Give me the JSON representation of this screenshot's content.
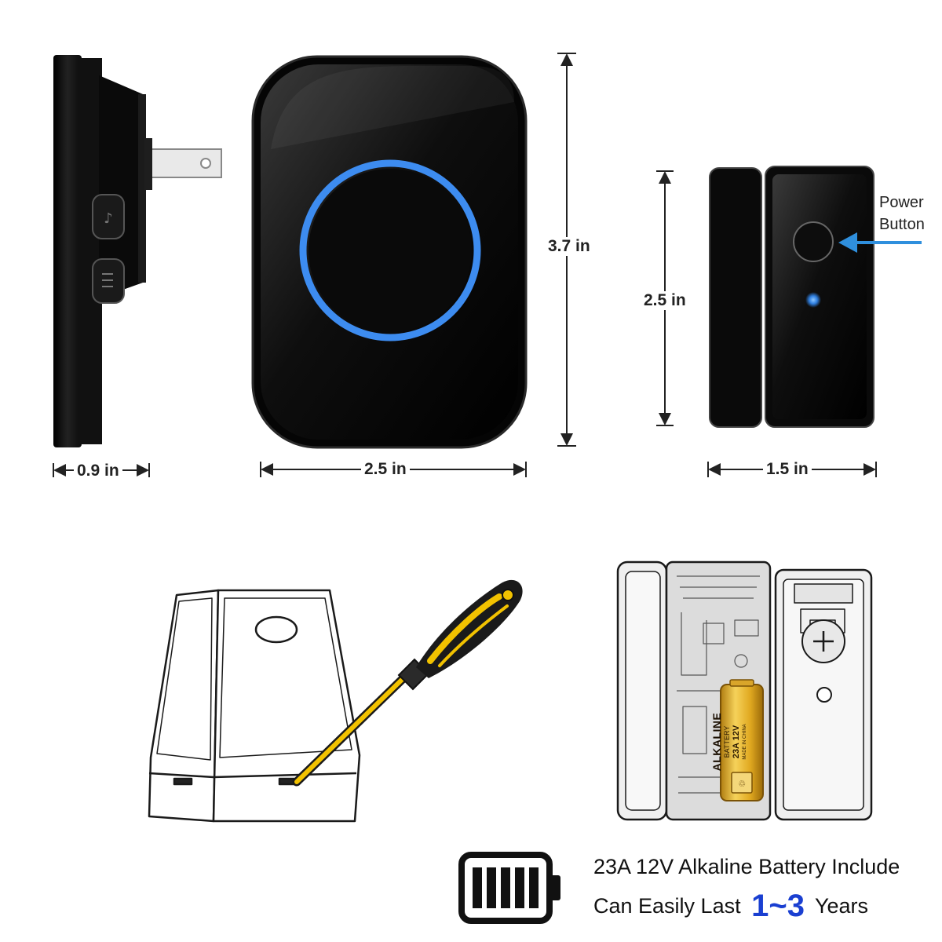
{
  "dimensions": {
    "receiver_depth": "0.9 in",
    "receiver_width": "2.5 in",
    "receiver_height": "3.7 in",
    "button_height": "2.5 in",
    "button_width": "1.5 in"
  },
  "annotations": {
    "power_button_line1": "Power",
    "power_button_line2": "Button"
  },
  "battery_label": {
    "brand": "ALKALINE",
    "type": "BATTERY",
    "spec": "23A 12V",
    "origin": "MADE IN CHINA"
  },
  "caption": {
    "line1": "23A 12V Alkaline Battery Include",
    "line2_before": "Can Easily Last",
    "line2_highlight": "1~3",
    "line2_after": "Years"
  },
  "colors": {
    "accent_blue": "#1a3fd1",
    "ring_blue": "#3d8cf0",
    "arrow_blue": "#2f8fdd",
    "device_black": "#0b0b0b"
  },
  "icons": {
    "battery": "battery-full-icon",
    "arrow": "arrow-left-icon"
  }
}
